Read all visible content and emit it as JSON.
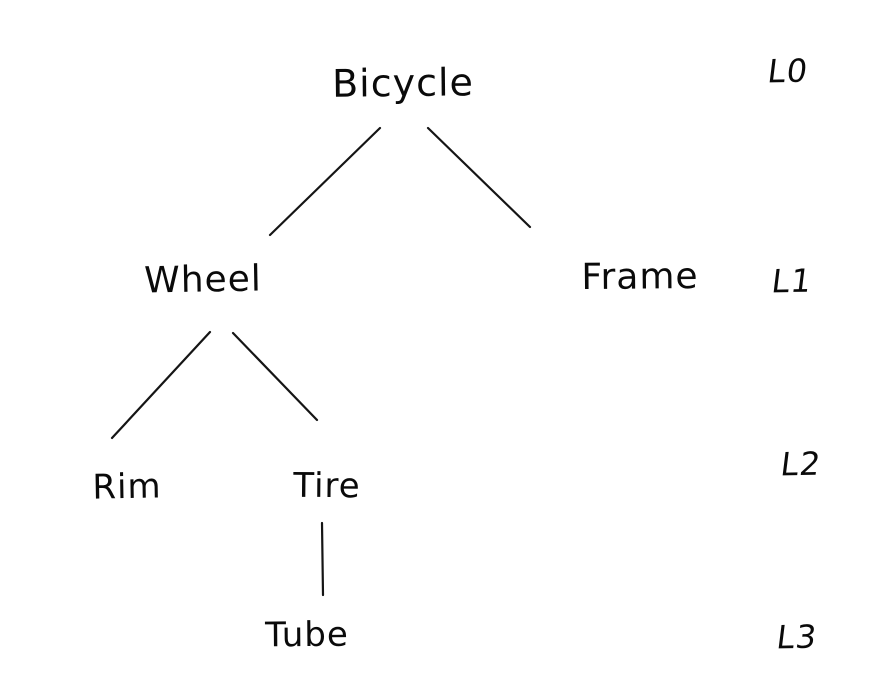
{
  "diagram": {
    "type": "tree",
    "background_color": "#ffffff",
    "ink_color": "#151515",
    "nodes": [
      {
        "id": "bicycle",
        "label": "Bicycle",
        "level": "L0",
        "parent": null
      },
      {
        "id": "wheel",
        "label": "Wheel",
        "level": "L1",
        "parent": "bicycle"
      },
      {
        "id": "frame",
        "label": "Frame",
        "level": "L1",
        "parent": "bicycle"
      },
      {
        "id": "rim",
        "label": "Rim",
        "level": "L2",
        "parent": "wheel"
      },
      {
        "id": "tire",
        "label": "Tire",
        "level": "L2",
        "parent": "wheel"
      },
      {
        "id": "tube",
        "label": "Tube",
        "level": "L3",
        "parent": "tire"
      }
    ],
    "edges": [
      {
        "from": "bicycle",
        "to": "wheel"
      },
      {
        "from": "bicycle",
        "to": "frame"
      },
      {
        "from": "wheel",
        "to": "rim"
      },
      {
        "from": "wheel",
        "to": "tire"
      },
      {
        "from": "tire",
        "to": "tube"
      }
    ],
    "level_labels": [
      {
        "label": "L0"
      },
      {
        "label": "L1"
      },
      {
        "label": "L2"
      },
      {
        "label": "L3"
      }
    ]
  }
}
